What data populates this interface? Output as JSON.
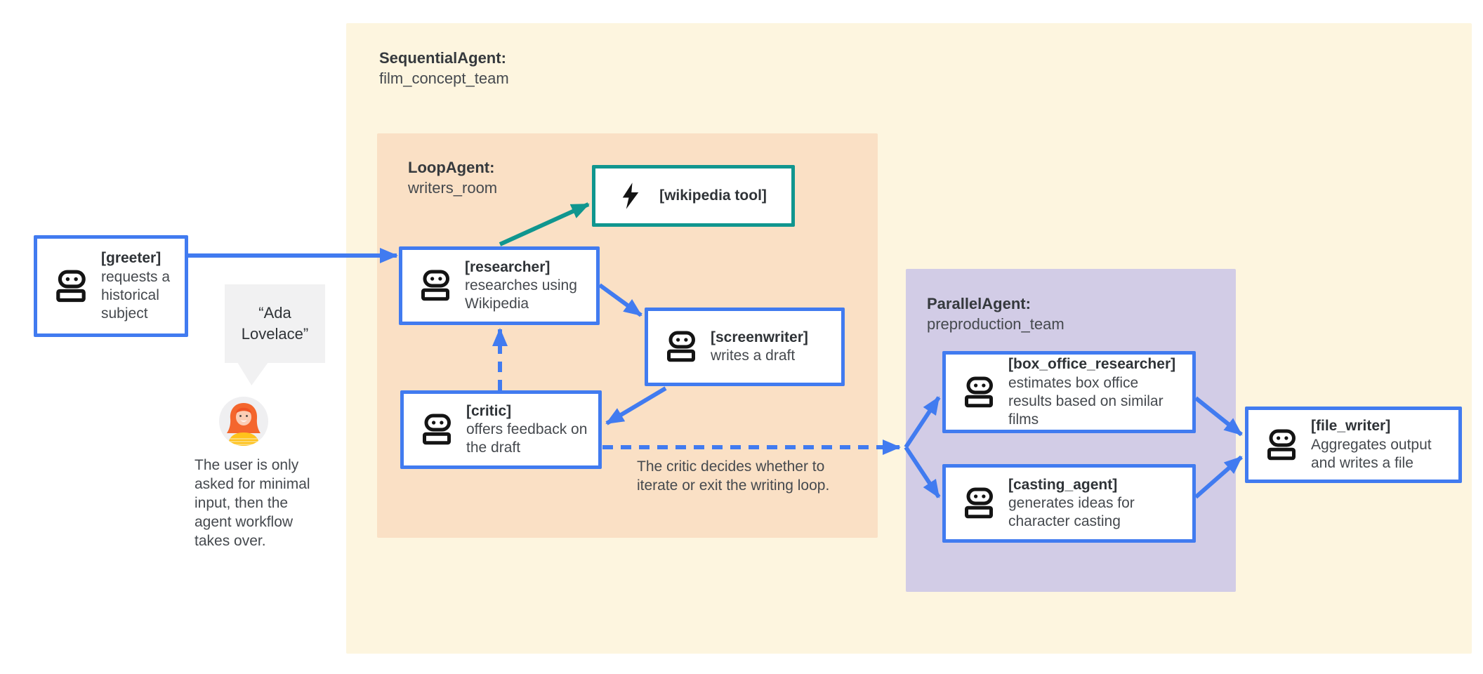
{
  "regions": {
    "sequential": {
      "title": "SequentialAgent:",
      "name": "film_concept_team"
    },
    "loop": {
      "title": "LoopAgent:",
      "name": "writers_room"
    },
    "parallel": {
      "title": "ParallelAgent:",
      "name": "preproduction_team"
    }
  },
  "nodes": {
    "greeter": {
      "name": "[greeter]",
      "description": "requests a historical subject"
    },
    "wikipedia_tool": {
      "name": "[wikipedia tool]"
    },
    "researcher": {
      "name": "[researcher]",
      "description": "researches using Wikipedia"
    },
    "screenwriter": {
      "name": "[screenwriter]",
      "description": "writes a draft"
    },
    "critic": {
      "name": "[critic]",
      "description": "offers feedback on the draft"
    },
    "box_office_researcher": {
      "name": "[box_office_researcher]",
      "description": "estimates box office results based on similar films"
    },
    "casting_agent": {
      "name": "[casting_agent]",
      "description": "generates ideas for character casting"
    },
    "file_writer": {
      "name": "[file_writer]",
      "description": "Aggregates output and writes a file"
    }
  },
  "annotations": {
    "user_input": "“Ada Lovelace”",
    "user_note": "The user is only asked for minimal input, then the agent workflow takes over.",
    "critic_note": "The critic decides whether to iterate or exit the writing loop."
  },
  "icons": {
    "agent": "robot-icon",
    "tool": "lightning-bolt-icon",
    "user": "woman-avatar"
  },
  "colors": {
    "canvas-bg": "#ffffff",
    "sequential-bg": "#FDF5DF",
    "loop-bg": "#FAE0C5",
    "parallel-bg": "#D2CCE6",
    "node-border-blue": "#417BF0",
    "tool-border-teal": "#10968F",
    "arrow-blue": "#417BF0",
    "arrow-teal": "#10968F",
    "text-dark": "#3C4043",
    "bubble-bg": "#F1F1F2"
  }
}
